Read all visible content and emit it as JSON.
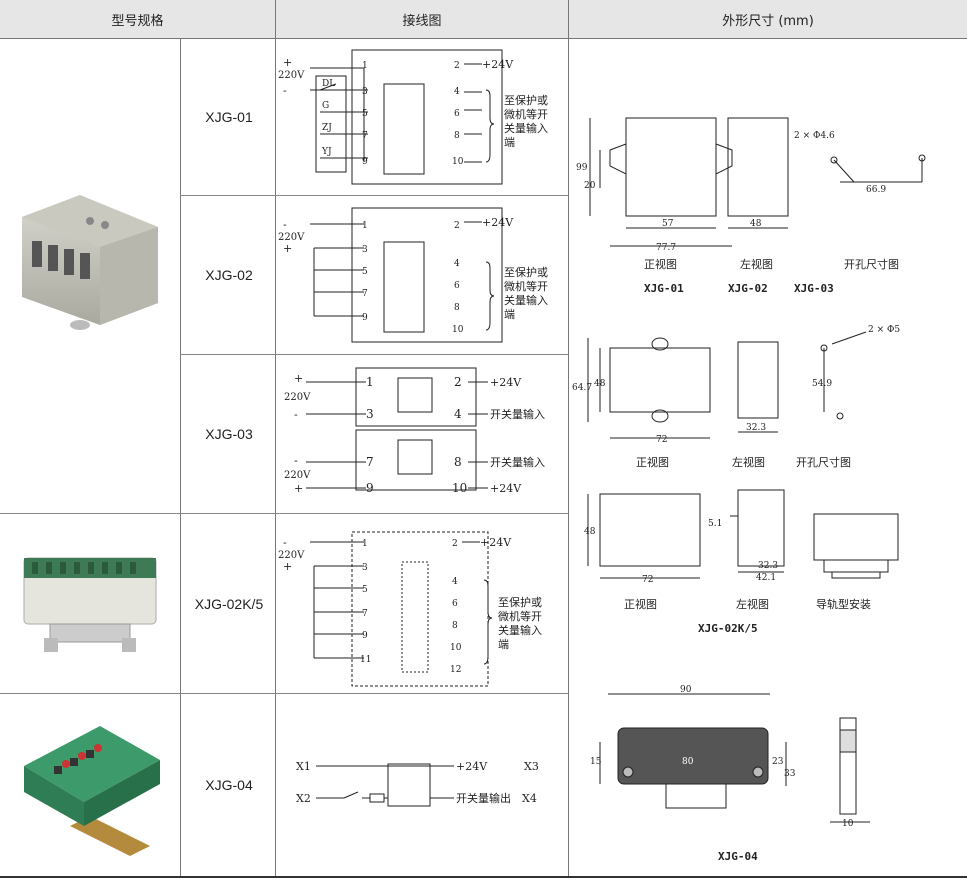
{
  "header": {
    "col_model": "型号规格",
    "col_wiring": "接线图",
    "col_dims": "外形尺寸 (mm)"
  },
  "models": [
    "XJG-01",
    "XJG-02",
    "XJG-03",
    "XJG-02K/5",
    "XJG-04"
  ],
  "wiring": {
    "v220": "220V",
    "plus": "+",
    "minus": "-",
    "v24": "+24V",
    "side_note": [
      "至保护或",
      "微机等开",
      "关量输入",
      "端"
    ],
    "switch_in": "开关量输入",
    "switch_out": "开关量输出",
    "inputs01": [
      "DL",
      "G",
      "ZJ",
      "YJ"
    ],
    "nums": [
      "1",
      "2",
      "3",
      "4",
      "5",
      "6",
      "7",
      "8",
      "9",
      "10",
      "11",
      "12"
    ],
    "x1": "X1",
    "x2": "X2",
    "x3": "X3",
    "x4": "X4"
  },
  "dims": {
    "front": "正视图",
    "left": "左视图",
    "hole": "开孔尺寸图",
    "rail": "导轨型安装",
    "g1_models": [
      "XJG-01",
      "XJG-02",
      "XJG-03"
    ],
    "g3_model": "XJG-02K/5",
    "g4_model": "XJG-04",
    "g1": {
      "h": "99",
      "tab": "20",
      "w": "57",
      "total": "77.7",
      "depth": "48",
      "hole_spec": "2 × Φ4.6",
      "hole_dist": "66.9"
    },
    "g2": {
      "total_h": "64.7",
      "h": "48",
      "w": "72",
      "depth": "32.3",
      "hole_spec": "2 × Φ5",
      "hole_dist": "54.9"
    },
    "g3": {
      "h": "48",
      "w": "72",
      "top": "5.1",
      "d1": "32.3",
      "d2": "42.1"
    },
    "g4": {
      "w": "90",
      "h1": "15",
      "h2": "23",
      "h3": "33",
      "inner": "80",
      "depth": "10"
    }
  }
}
